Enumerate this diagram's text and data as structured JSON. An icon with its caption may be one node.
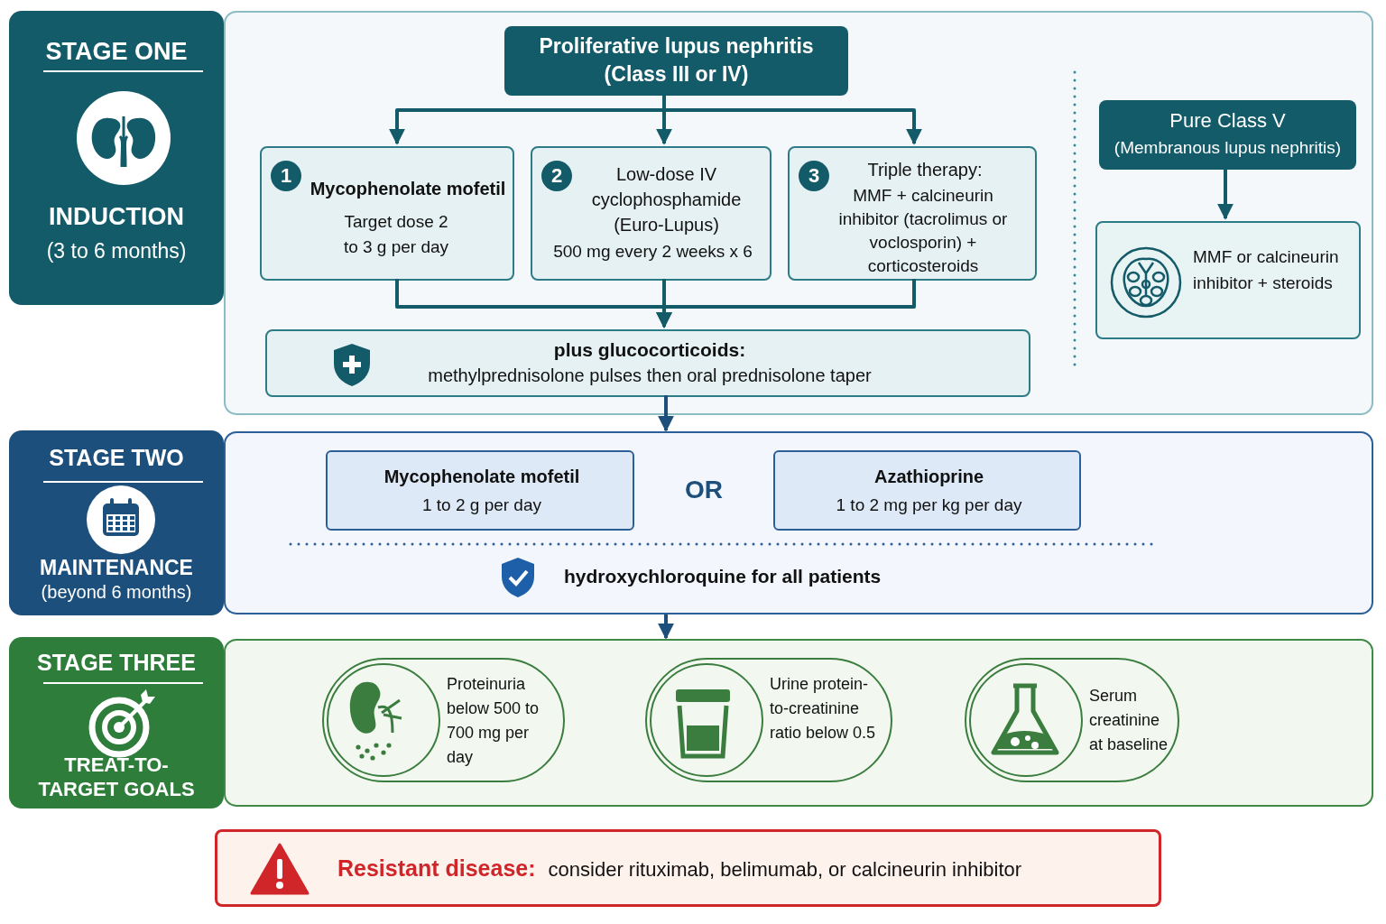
{
  "diagram": {
    "nodes": [
      {
        "text": [
          "STAGE ONE",
          "INDUCTION",
          "(3 to 6 months)"
        ]
      },
      {
        "text": [],
        "shape": "box"
      },
      {
        "text": [
          "Proliferative lupus nephritis (Class III or IV)"
        ],
        "in": 1
      },
      {
        "text": [
          "1",
          "Mycophenolate mofetil",
          "Target dose 2 to 3 g per day"
        ],
        "in": 1
      },
      {
        "text": [
          "2",
          "Low-dose IV cyclophosphamide (Euro-Lupus)",
          "500 mg every 2 weeks x 6"
        ],
        "in": 1
      },
      {
        "text": [
          "3",
          "Triple therapy:",
          "MMF + calcineurin inhibitor (tacrolimus or voclosporin) + corticosteroids"
        ],
        "in": 1
      },
      {
        "text": [
          "plus glucocorticoids:",
          "methylprednisolone pulses then oral prednisolone taper"
        ],
        "in": 1
      },
      {
        "text": [
          "Pure Class V",
          "(Membranous lupus nephritis)"
        ],
        "in": 1
      },
      {
        "text": [
          "MMF or calcineurin inhibitor + steroids"
        ],
        "in": 1
      },
      {
        "text": [
          "STAGE TWO",
          "MAINTENANCE",
          "(beyond 6 months)"
        ]
      },
      {
        "text": [],
        "shape": "box"
      },
      {
        "text": [
          "Mycophenolate mofetil",
          "1 to 2 g per day"
        ],
        "in": 10
      },
      {
        "text": [
          "Azathioprine",
          "1 to 2 mg per kg per day"
        ],
        "in": 10
      },
      {
        "text": [
          "STAGE THREE",
          "TREAT-TO-TARGET GOALS"
        ]
      },
      {
        "text": [],
        "shape": "box"
      },
      {
        "text": [
          "Proteinuria below 500 to 700 mg per day"
        ],
        "in": 14
      },
      {
        "text": [
          "Urine protein-to-creatinine ratio below 0.5"
        ],
        "in": 14
      },
      {
        "text": [
          "Serum creatinine at baseline"
        ],
        "in": 14
      },
      {
        "text": [
          "Resistant disease:",
          "consider rituximab, belimumab, or calcineurin inhibitor"
        ]
      }
    ],
    "edges": [
      {
        "from": 2,
        "to": 3,
        "arrow": "to"
      },
      {
        "from": 2,
        "to": 4,
        "arrow": "to"
      },
      {
        "from": 2,
        "to": 5,
        "arrow": "to"
      },
      {
        "from": 3,
        "to": 6,
        "arrow": "to"
      },
      {
        "from": 4,
        "to": 6,
        "arrow": "to"
      },
      {
        "from": 5,
        "to": 6,
        "arrow": "to"
      },
      {
        "from": 7,
        "to": 8,
        "arrow": "to"
      },
      {
        "from": 6,
        "to": 10,
        "arrow": "to",
        "color": "#1d4f7c"
      },
      {
        "from": 10,
        "to": 14,
        "arrow": "to",
        "color": "#1d4f7c"
      }
    ],
    "labels": [
      "OR",
      "hydroxychloroquine for all patients"
    ]
  }
}
